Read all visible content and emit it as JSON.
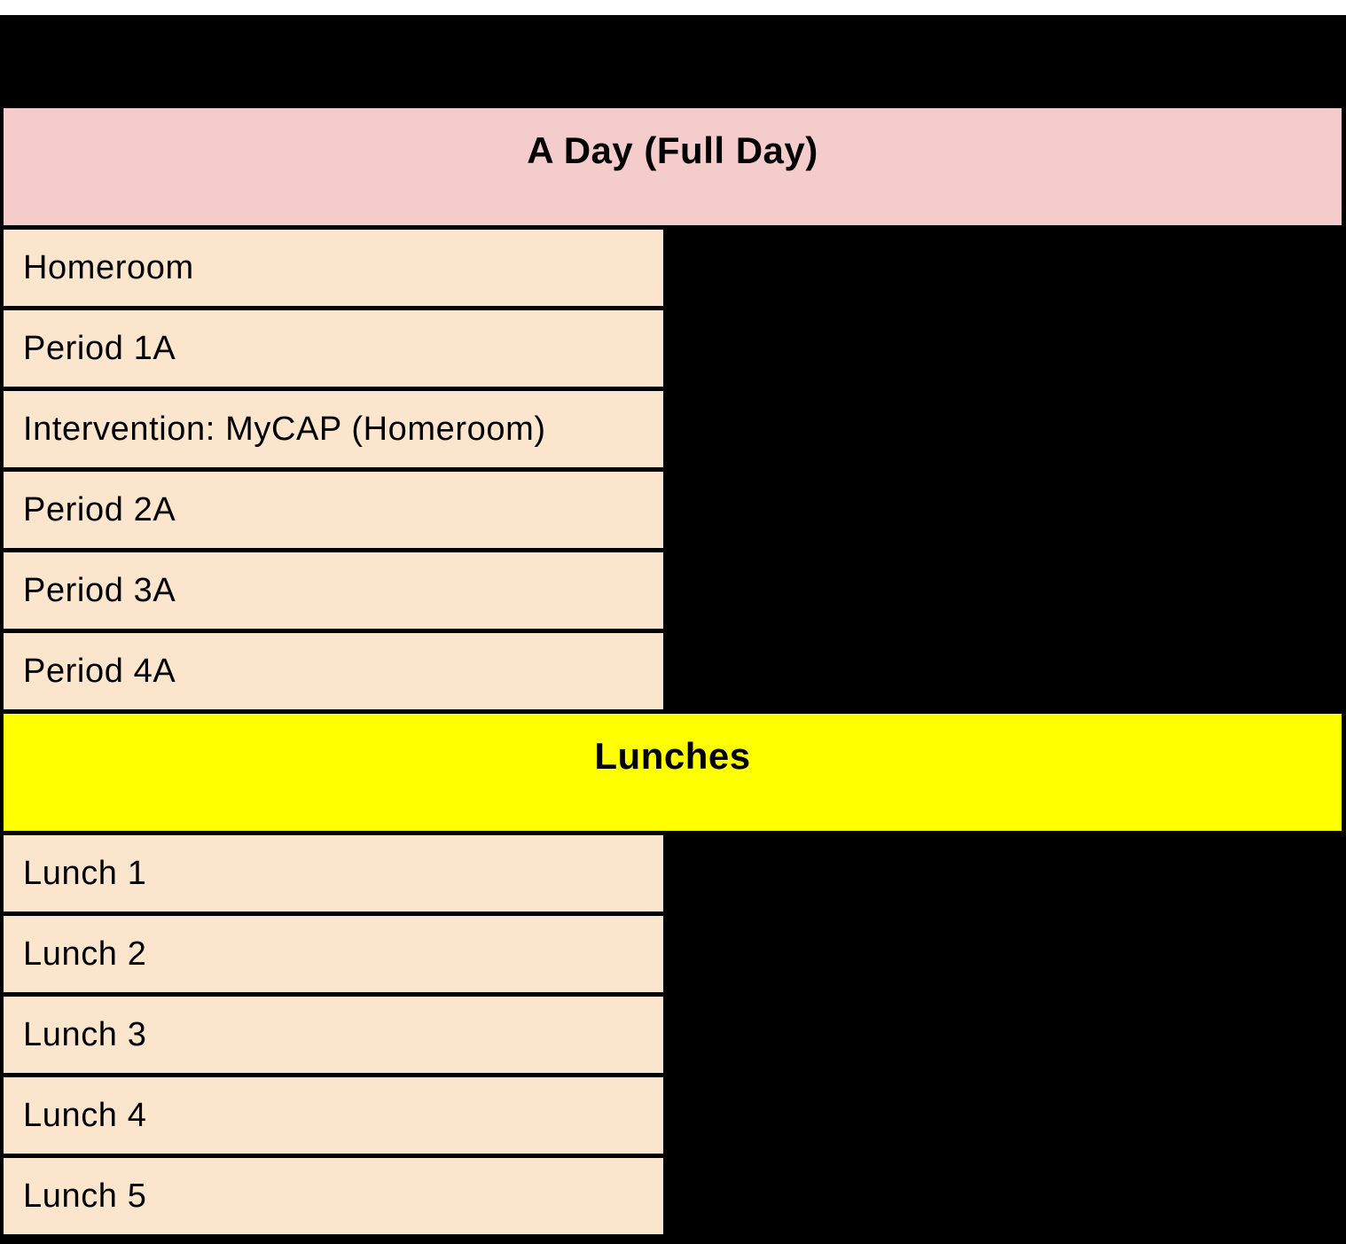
{
  "colors": {
    "background": "#000000",
    "top_strip": "#ffffff",
    "day_header_bg": "#f4cccc",
    "lunch_header_bg": "#ffff00",
    "row_bg": "#fce5cd",
    "border": "#000000",
    "text": "#000000"
  },
  "schedule": {
    "day_header": "A Day (Full Day)",
    "periods": [
      "Homeroom",
      "Period 1A",
      "Intervention: MyCAP (Homeroom)",
      "Period 2A",
      "Period 3A",
      "Period 4A"
    ],
    "lunch_header": "Lunches",
    "lunches": [
      "Lunch 1",
      "Lunch 2",
      "Lunch 3",
      "Lunch 4",
      "Lunch 5"
    ]
  }
}
